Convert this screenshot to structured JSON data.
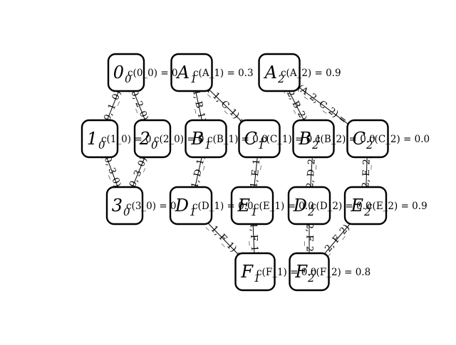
{
  "nodes": [
    {
      "id": "0_0",
      "main": "0",
      "sub": "0",
      "cost": "c(0_0) = 0"
    },
    {
      "id": "A_1",
      "main": "A",
      "sub": "1",
      "cost": "c(A_1) = 0.3"
    },
    {
      "id": "A_2",
      "main": "A",
      "sub": "2",
      "cost": "c(A_2) = 0.9"
    },
    {
      "id": "1_0",
      "main": "1",
      "sub": "0",
      "cost": "c(1_0) = 0"
    },
    {
      "id": "2_0",
      "main": "2",
      "sub": "0",
      "cost": "c(2_0) = 0"
    },
    {
      "id": "B_1",
      "main": "B",
      "sub": "1",
      "cost": "c(B_1) = 0.0"
    },
    {
      "id": "C_1",
      "main": "C",
      "sub": "1",
      "cost": "c(C_1) = 0.1"
    },
    {
      "id": "B_2",
      "main": "B",
      "sub": "2",
      "cost": "c(B_2) = 0.0"
    },
    {
      "id": "C_2",
      "main": "C",
      "sub": "2",
      "cost": "c(C_2) = 0.0"
    },
    {
      "id": "3_0",
      "main": "3",
      "sub": "0",
      "cost": "c(3_0) = 0"
    },
    {
      "id": "D_1",
      "main": "D",
      "sub": "1",
      "cost": "c(D_1) = 0.0"
    },
    {
      "id": "E_1",
      "main": "E",
      "sub": "1",
      "cost": "c(E_1) = 0.0"
    },
    {
      "id": "D_2",
      "main": "D",
      "sub": "2",
      "cost": "c(D_2) = 0.0"
    },
    {
      "id": "E_2",
      "main": "E",
      "sub": "2",
      "cost": "c(E_2) = 0.9"
    },
    {
      "id": "F_1",
      "main": "F",
      "sub": "1",
      "cost": "c(F_1) = 0.0"
    },
    {
      "id": "F_2",
      "main": "F",
      "sub": "2",
      "cost": "c(F_2) = 0.8"
    }
  ],
  "edges": [
    {
      "from": "0_0",
      "to": "1_0",
      "label": "c(0_0, 1_0) = 0"
    },
    {
      "from": "0_0",
      "to": "2_0",
      "label": "c(0_0, 2_0) = 0"
    },
    {
      "from": "1_0",
      "to": "3_0",
      "label": "c(1_0, 3_0) = 0"
    },
    {
      "from": "2_0",
      "to": "3_0",
      "label": "c(2_0, 3_0) = 0"
    },
    {
      "from": "A_1",
      "to": "B_1",
      "label": "c(A_1, B_1) = 0"
    },
    {
      "from": "A_1",
      "to": "C_1",
      "label": "c(A_1, C_1) = 0"
    },
    {
      "from": "A_2",
      "to": "B_2",
      "label": "c(A_2, B_2) = 0"
    },
    {
      "from": "A_2",
      "to": "C_2",
      "label": "c(A_2, C_2) = 0"
    },
    {
      "from": "B_1",
      "to": "D_1",
      "label": "c(B_1, D_1) = 0"
    },
    {
      "from": "C_1",
      "to": "E_1",
      "label": "c(C_1, E_1) = 0"
    },
    {
      "from": "B_2",
      "to": "D_2",
      "label": "c(B_2, D_2) = 0"
    },
    {
      "from": "C_2",
      "to": "E_2",
      "label": "c(C_2, E_2) = 0"
    },
    {
      "from": "D_1",
      "to": "F_1",
      "label": "c(D_1, F_1) = 0"
    },
    {
      "from": "E_1",
      "to": "F_1",
      "label": "c(E_1, F_1) = 0"
    },
    {
      "from": "D_2",
      "to": "F_2",
      "label": "c(D_2, F_2) = 0"
    },
    {
      "from": "E_2",
      "to": "F_2",
      "label": "c(E_2, F_2) = 0"
    }
  ]
}
